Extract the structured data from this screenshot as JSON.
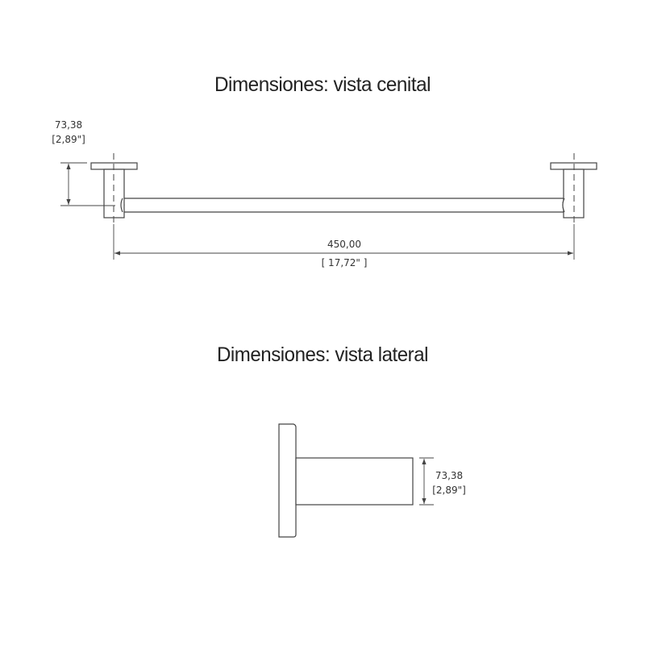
{
  "top_view": {
    "title": "Dimensiones: vista cenital",
    "height_dim": {
      "mm": "73,38",
      "in": "[2,89\"]"
    },
    "length_dim": {
      "mm": "450,00",
      "in": "[ 17,72\" ]"
    }
  },
  "side_view": {
    "title": "Dimensiones: vista lateral",
    "height_dim": {
      "mm": "73,38",
      "in": "[2,89\"]"
    }
  },
  "colors": {
    "line": "#444444",
    "text": "#222222"
  }
}
